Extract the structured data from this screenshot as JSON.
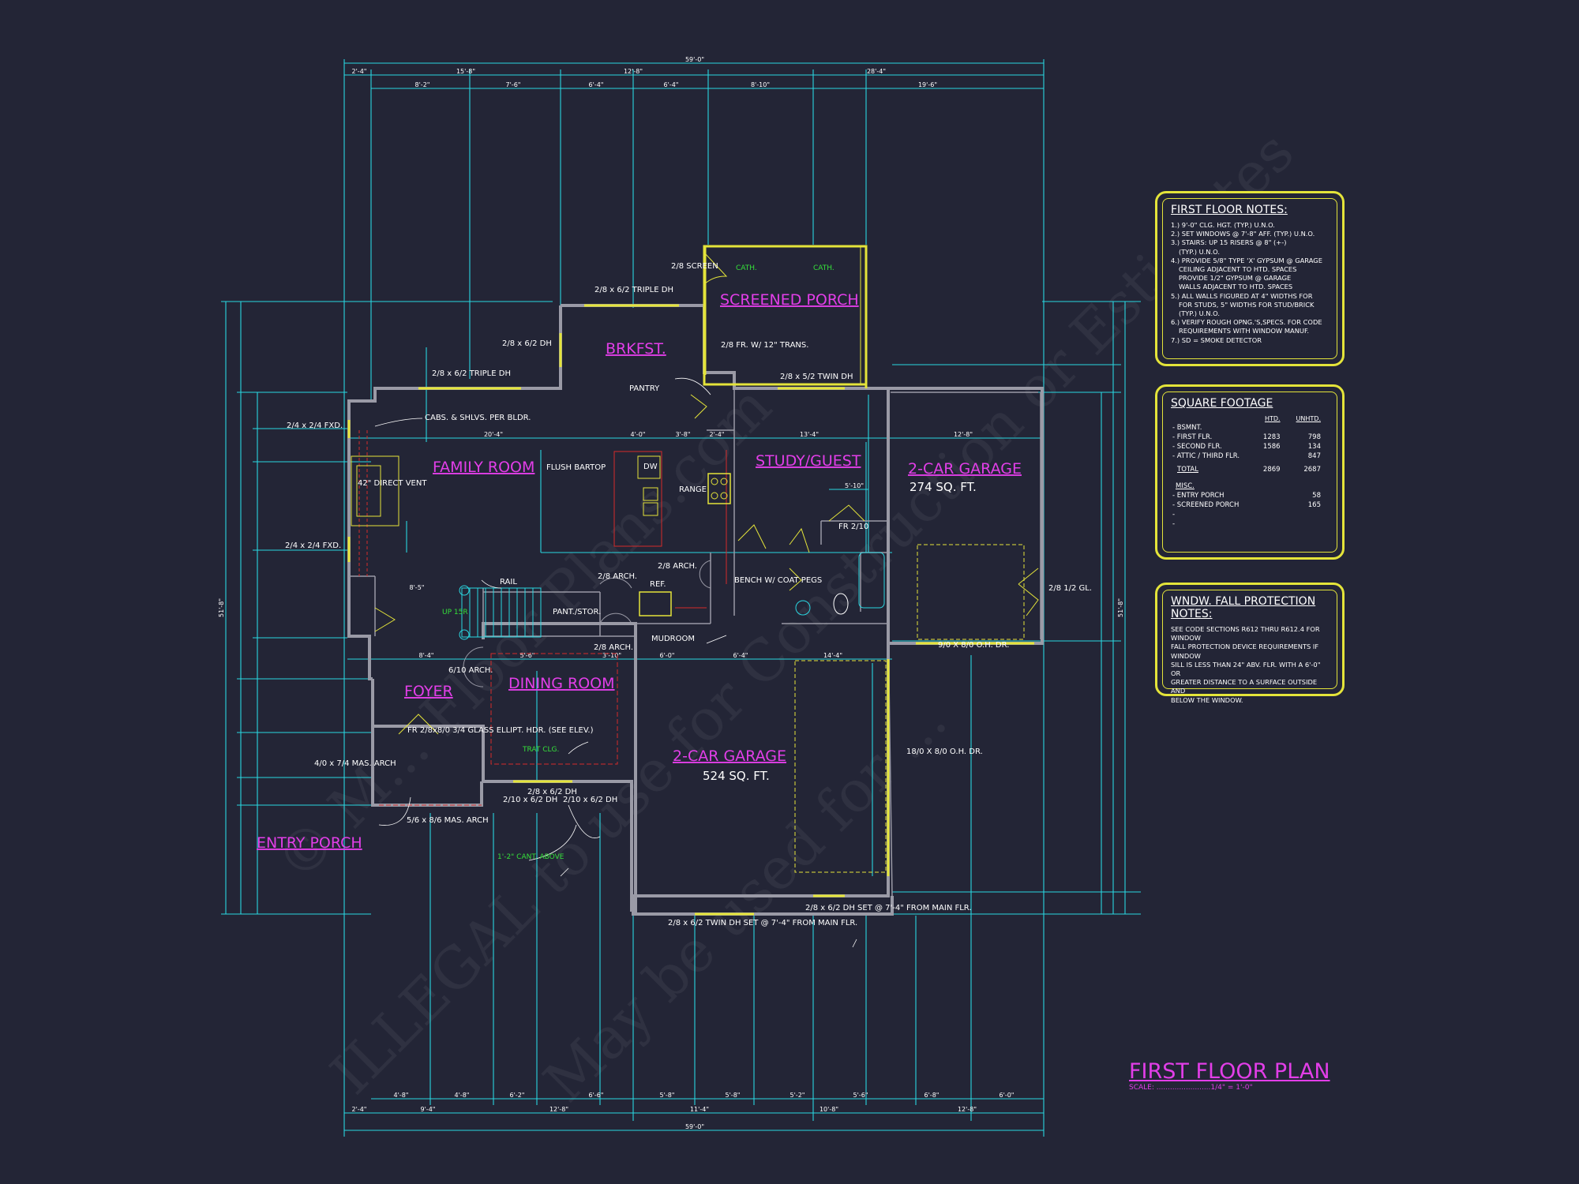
{
  "rooms": {
    "screened_porch": "SCREENED PORCH",
    "brkfst": "BRKFST.",
    "family_room": "FAMILY ROOM",
    "study_guest": "STUDY/GUEST",
    "garage_small": "2-CAR GARAGE",
    "garage_small_sqft": "274 SQ. FT.",
    "foyer": "FOYER",
    "dining_room": "DINING ROOM",
    "garage_large": "2-CAR GARAGE",
    "garage_large_sqft": "524 SQ. FT.",
    "entry_porch": "ENTRY PORCH"
  },
  "labels": {
    "pantry": "PANTRY",
    "mudroom": "MUDROOM",
    "pant_stor": "PANT./STOR.",
    "flush_bartop": "FLUSH BARTOP",
    "range": "RANGE",
    "ref": "REF.",
    "dw": "DW",
    "rail": "RAIL",
    "direct_vent": "42\" DIRECT VENT",
    "cabs": "CABS. & SHLVS. PER BLDR.",
    "bench": "BENCH W/ COAT PEGS",
    "screen": "2/8 SCREEN",
    "cath1": "CATH.",
    "cath2": "CATH.",
    "trat_clg": "TRAT CLG.",
    "cant": "1'-2\" CANT. ABOVE",
    "up": "UP 15R",
    "fr_trans": "2/8 FR. W/ 12\" TRANS.",
    "fr_210": "FR 2/10",
    "front_door": "FR 2/8x8/0 3/4 GLASS ELLIPT. HDR. (SEE ELEV.)",
    "arch_610": "6/10 ARCH.",
    "arch_410": "4/0 x 7/4 MAS. ARCH",
    "arch_56": "5/6 x 8/6 MAS. ARCH",
    "arch_28a": "2/8 ARCH.",
    "arch_28b": "2/8 ARCH.",
    "arch_28c": "2/8 ARCH."
  },
  "windows": {
    "w1": "2/8 x 6/2 TRIPLE DH",
    "w2": "2/8 x 6/2 DH",
    "w3": "2/8 x 6/2 TRIPLE DH",
    "w4": "2/4 x 2/4 FXD.",
    "w5": "2/4 x 2/4 FXD.",
    "w6": "2/8 x 5/2 TWIN DH",
    "w7": "2/8 x 6/2 DH",
    "w8": "2/10 x 6/2 DH",
    "w9": "2/10 x 6/2 DH",
    "w10": "2/8 x 6/2 TWIN DH SET @ 7'-4\" FROM MAIN FLR.",
    "w11": "2/8 x 6/2 DH SET @ 7'-4\" FROM MAIN FLR.",
    "od1": "9/0 X 8/0 O.H. DR.",
    "od2": "18/0 X 8/0 O.H. DR.",
    "gl": "2/8 1/2 GL."
  },
  "dims": {
    "overall_top": "59'-0\"",
    "overall_bottom": "59'-0\"",
    "overall_left": "51'-8\"",
    "overall_right": "51'-8\"",
    "top1": [
      "2'-4\"",
      "15'-8\"",
      "12'-8\"",
      "28'-4\""
    ],
    "top2": [
      "8'-2\"",
      "7'-6\"",
      "6'-4\"",
      "6'-4\"",
      "8'-10\"",
      "19'-6\""
    ],
    "bot1": [
      "4'-8\"",
      "4'-8\"",
      "6'-2\"",
      "6'-6\"",
      "5'-8\"",
      "5'-8\"",
      "5'-2\"",
      "5'-6\"",
      "6'-8\"",
      "6'-0\""
    ],
    "bot2": [
      "2'-4\"",
      "9'-4\"",
      "12'-8\"",
      "11'-4\"",
      "10'-8\"",
      "12'-8\""
    ],
    "int": [
      "20'-4\"",
      "4'-0\"",
      "3'-8\"",
      "2'-4\"",
      "13'-4\"",
      "12'-8\"",
      "8'-4\"",
      "5'-6\"",
      "3'-10\"",
      "6'-0\"",
      "6'-4\"",
      "14'-4\"",
      "8'-5\"",
      "5'-10\""
    ]
  },
  "notes": {
    "title": "FIRST FLOOR NOTES:",
    "items": [
      "1.) 9'-0\" CLG. HGT. (TYP.) U.N.O.",
      "2.) SET WINDOWS @ 7'-8\" AFF. (TYP.) U.N.O.",
      "3.) STAIRS: UP 15 RISERS @ 8\" (+-)",
      "(TYP.) U.N.O.",
      "4.) PROVIDE 5/8\" TYPE 'X' GYPSUM @ GARAGE",
      "CEILING ADJACENT TO HTD. SPACES",
      "PROVIDE 1/2\" GYPSUM @ GARAGE",
      "WALLS ADJACENT TO HTD. SPACES",
      "5.) ALL WALLS FIGURED AT 4\" WIDTHS FOR",
      "FOR STUDS, 5\" WIDTHS FOR STUD/BRICK",
      "(TYP.) U.N.O.",
      "6.) VERIFY ROUGH OPNG.'S,SPECS. FOR CODE",
      "REQUIREMENTS WITH WINDOW MANUF.",
      "7.) SD = SMOKE DETECTOR"
    ]
  },
  "sqft": {
    "title": "SQUARE FOOTAGE",
    "col_htd": "HTD.",
    "col_unhtd": "UNHTD.",
    "rows": [
      {
        "label": "- BSMNT.",
        "htd": "",
        "unhtd": ""
      },
      {
        "label": "- FIRST FLR.",
        "htd": "1283",
        "unhtd": "798"
      },
      {
        "label": "- SECOND FLR.",
        "htd": "1586",
        "unhtd": "134"
      },
      {
        "label": "- ATTIC / THIRD FLR.",
        "htd": "",
        "unhtd": "847"
      }
    ],
    "total_label": "TOTAL",
    "total_htd": "2869",
    "total_unhtd": "2687",
    "misc_label": "MISC.",
    "misc_rows": [
      {
        "label": "- ENTRY PORCH",
        "value": "58"
      },
      {
        "label": "- SCREENED PORCH",
        "value": "165"
      },
      {
        "label": "-",
        "value": ""
      },
      {
        "label": "-",
        "value": ""
      }
    ]
  },
  "fall": {
    "title": "WNDW. FALL PROTECTION NOTES:",
    "items": [
      "SEE CODE SECTIONS R612 THRU R612.4 FOR WINDOW",
      "FALL PROTECTION DEVICE REQUIREMENTS IF WINDOW",
      "SILL IS LESS THAN 24\" ABV. FLR. WITH A 6'-0\" OR",
      "GREATER DISTANCE TO A SURFACE OUTSIDE AND",
      "BELOW THE WINDOW."
    ]
  },
  "plan_title": "FIRST FLOOR PLAN",
  "plan_scale": "SCALE: ........................1/4\" = 1'-0\"",
  "watermark": [
    "ILLEGAL to use for Construction or Estimates",
    "May be used for ...",
    "© M... Floor Plans.com"
  ],
  "colors": {
    "background": "#232536",
    "dimension": "#2ad6e0",
    "wall": "#9a9aa6",
    "room_label": "#e23ee8",
    "note_box": "#e4e43a",
    "window": "#e4e43a",
    "detail_red": "#d42a2a",
    "green_text": "#35e03a"
  }
}
